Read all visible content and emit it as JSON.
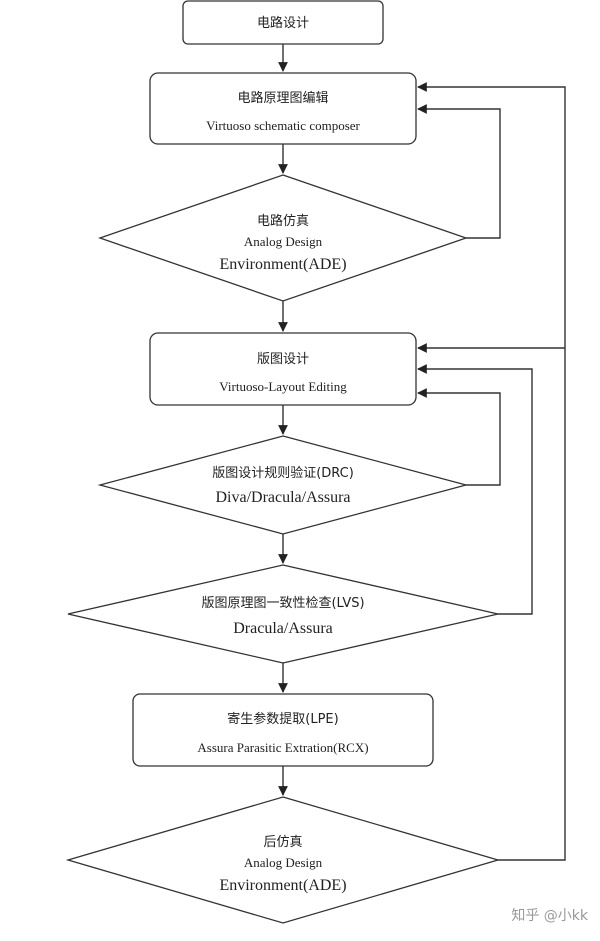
{
  "nodes": {
    "circuit_design": {
      "title": "电路设计"
    },
    "schematic_edit": {
      "title": "电路原理图编辑",
      "subtitle": "Virtuoso schematic composer"
    },
    "circuit_sim": {
      "title": "电路仿真",
      "subtitle": "Analog Design",
      "subtitle2": "Environment(ADE)"
    },
    "layout_design": {
      "title": "版图设计",
      "subtitle": "Virtuoso-Layout Editing"
    },
    "drc": {
      "title": "版图设计规则验证(DRC)",
      "subtitle": "Diva/Dracula/Assura"
    },
    "lvs": {
      "title": "版图原理图一致性检查(LVS)",
      "subtitle": "Dracula/Assura"
    },
    "lpe": {
      "title": "寄生参数提取(LPE)",
      "subtitle": "Assura Parasitic Extration(RCX)"
    },
    "post_sim": {
      "title": "后仿真",
      "subtitle": "Analog Design",
      "subtitle2": "Environment(ADE)"
    }
  },
  "watermark": "知乎 @小kk"
}
